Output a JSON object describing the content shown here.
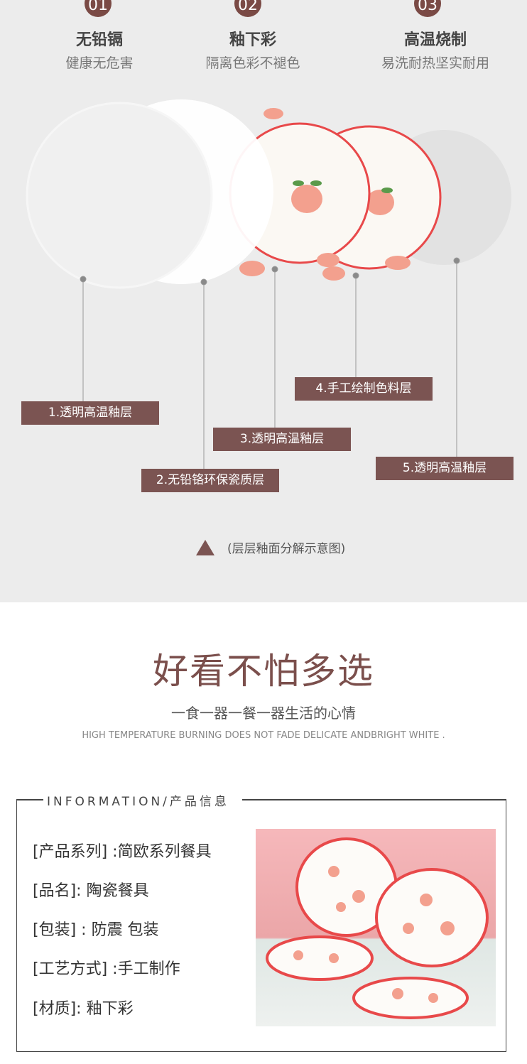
{
  "features": [
    {
      "num": "01",
      "title": "无铅镉",
      "sub": "健康无危害"
    },
    {
      "num": "02",
      "title": "釉下彩",
      "sub": "隔离色彩不褪色"
    },
    {
      "num": "03",
      "title": "高温烧制",
      "sub": "易洗耐热坚实耐用"
    }
  ],
  "layers": [
    "1.透明高温釉层",
    "2.无铅铬环保瓷质层",
    "3.透明高温釉层",
    "4.手工绘制色料层",
    "5.透明高温釉层"
  ],
  "caption": "(层层釉面分解示意图)",
  "headline": "好看不怕多选",
  "subheadline": "一食一器一餐一器生活的心情",
  "english": "HIGH TEMPERATURE BURNING DOES NOT FADE DELICATE ANDBRIGHT WHITE .",
  "info": {
    "title": "INFORMATION/产品信息",
    "rows": [
      "[产品系列] :简欧系列餐具",
      "[品名]:  陶瓷餐具",
      "[包装] :  防震 包装",
      "[工艺方式] :手工制作",
      "[材质]:  釉下彩"
    ]
  },
  "colors": {
    "accent": "#7b5452",
    "rim": "#e8494a"
  }
}
